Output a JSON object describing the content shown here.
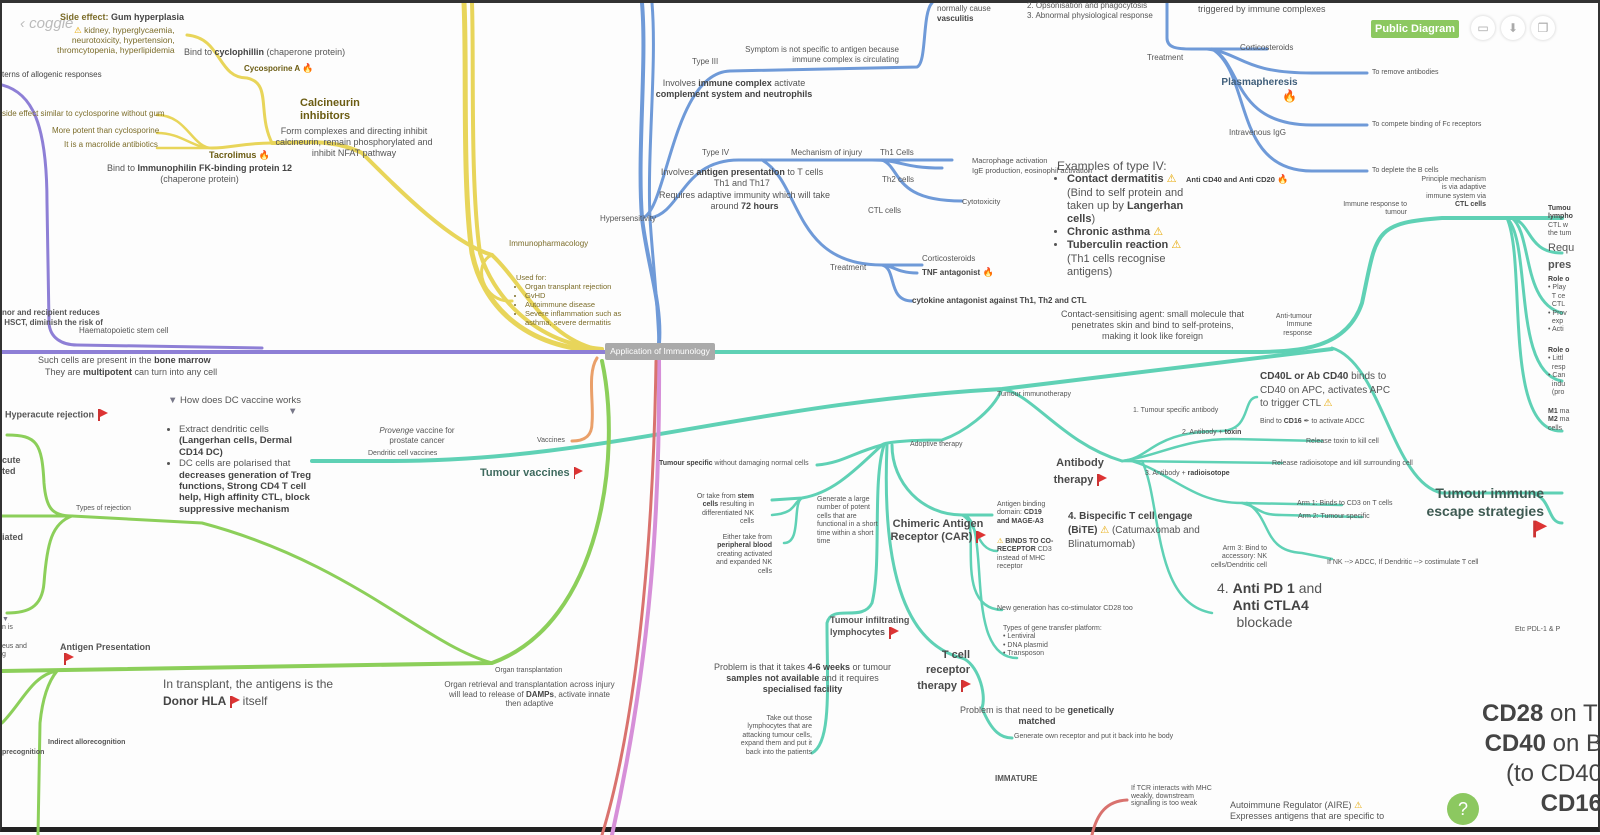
{
  "app": {
    "logo": "coggle",
    "back_icon": "chevron-left-icon",
    "public_badge": "Public Diagram",
    "help": "?"
  },
  "colors": {
    "yellow": "#e8d55a",
    "blue": "#6f9ad8",
    "purple": "#8e7fd6",
    "teal": "#5fd1b5",
    "green": "#8ccf5a",
    "orange": "#eaa06a",
    "pink": "#d68fd8",
    "red": "#d9726e",
    "center": "#aaaaaa",
    "badge": "#8cc860"
  },
  "center": "Application of Immunology",
  "yellow": {
    "side_effect": "Side effect: ",
    "gum": "Gum hyperplasia",
    "kidney": "kidney, hyperglycaemia,",
    "kidney2": "neurotoxicity, hypertension,",
    "kidney3": "thromcytopenia, hyperlipidemia",
    "bind_cyclo_a": "Bind to ",
    "bind_cyclo_b": "cyclophillin",
    "bind_cyclo_c": " (chaperone protein)",
    "cyclosporine": "Cycosporine A",
    "calcineurin": "Calcineurin inhibitors",
    "form": "Form complexes and directing inhibit calcineurin, remain phosphorylated and inhibit NFAT pathway",
    "side_similar": "side effect similar to cyclosporine without gum",
    "more_potent": "More potent than cyclosporine",
    "macrolide": "It is a macrolide antibiotics",
    "tacrolimus": "Tacrolimus",
    "bind_fk_a": "Bind to ",
    "bind_fk_b": "Immunophilin FK-binding protein 12",
    "bind_fk_c": "(chaperone protein)",
    "immunopharm": "Immunopharmacology",
    "used_for": "Used for:",
    "uses": [
      "Organ transplant rejection",
      "GvHD",
      "Autoimmune disease",
      "Severe inflammation such as asthma, severe dermatitis"
    ]
  },
  "purple": {
    "allogenic": "terns of allogenic responses",
    "donor": "nor and recipient reduces",
    "hsct": "HSCT, diminish the risk of",
    "haem": "Haematopoietic stem cell",
    "bone_a": "Such cells are present in the ",
    "bone_b": "bone marrow",
    "multi_a": "They are ",
    "multi_b": "multipotent",
    "multi_c": " can turn into any cell"
  },
  "blue": {
    "hypersensitivity": "Hypersensitivity",
    "vasculitis_a": "normally cause",
    "vasculitis_b": "vasculitis",
    "opson": "2. Opsonisation and phagocytosis",
    "abnormal": "3. Abnormal physiological response",
    "type3": "Type III",
    "symptom": "Symptom is not specific to antigen because immune complex is circulating",
    "involves_a": "Involves ",
    "involves_b": "immune complex",
    "involves_c": " activate ",
    "involves_d": "complement system and neutrophils",
    "type4": "Type IV",
    "antigen_pres_a": "Involves ",
    "antigen_pres_b": "antigen presentation",
    "antigen_pres_c": " to T cells Th1 and Th17",
    "adaptive_a": "Requires adaptive immunity which will take around ",
    "adaptive_b": "72 hours",
    "mechanism": "Mechanism of injury",
    "th1": "Th1 Cells",
    "th2": "Th2 cells",
    "ctl": "CTL cells",
    "macrophage": "Macrophage activation",
    "ige": "IgE production, eosinophil activation",
    "cytotox": "Cytotoxicity",
    "treatment": "Treatment",
    "cortico": "Corticosteroids",
    "tnf": "TNF antagonist",
    "cytokine": "cytokine antagonist against Th1, Th2 and CTL",
    "contact_sens": "Contact-sensitising agent: small molecule that penetrates skin and bind to self-proteins, making it look like foreign",
    "examples": "Examples of type IV:",
    "ex1": "Contact dermatitis",
    "ex1_a": "(Bind to self protein and taken up by ",
    "ex1_b": "Langerhan cells",
    ")": ")",
    "ex2": "Chronic asthma",
    "ex3": "Tuberculin reaction",
    "ex3_sub": "(Th1 cells recognise antigens)",
    "triggered": "triggered by immune complexes",
    "treatment2": "Treatment",
    "cortico2": "Corticosteroids",
    "plasma": "Plasmapheresis",
    "ivig": "Intravenous IgG",
    "remove": "To remove antibodies",
    "compete": "To compete binding of Fc receptors",
    "deplete": "To deplete the B cells",
    "anti_cd40": "Anti CD40 and Anti CD20"
  },
  "teal": {
    "anti_tumour": "Anti-tumour Immune response",
    "immune_resp": "Immune response to tumour",
    "principle_a": "Principle mechanism is via adaptive immune system via ",
    "principle_b": "CTL cells",
    "right_1a": "Tumou",
    "right_1b": "lympho",
    "right_1c": "CTL w",
    "right_1d": "the tum",
    "right_2": "Requ",
    "right_3": "pres",
    "role1": "Role o",
    "role1_items": [
      "Play",
      "T ce",
      "CTL",
      "Prov",
      "exp",
      "Acti"
    ],
    "role2": "Role o",
    "role2_items": [
      "Littl",
      "resp",
      "Can",
      "indu",
      "(pro"
    ],
    "m1": "M1",
    "m1b": " ma",
    "m2": "M2",
    "m2b": " ma",
    "m2c": "cells",
    "tumour_immuno": "Tumour immunotherapy",
    "tumour_vaccines": "Tumour vaccines",
    "provenge_a": "Provenge",
    "provenge_b": " vaccine for prostate cancer",
    "dendritic": "Dendritic cell vaccines",
    "dc_q": "How does DC vaccine works",
    "dc1_a": "Extract dendritic cells ",
    "dc1_b": "(Langerhan cells, Dermal CD14 DC)",
    "dc2_a": "DC cells are polarised that ",
    "dc2_b": "decreases generation of Treg functions, Strong CD4 T cell help, High affinity CTL, block suppressive mechanism",
    "tumour_specific_a": "Tumour specific",
    "tumour_specific_b": " without damaging normal cells",
    "adoptive": "Adoptive therapy",
    "stem_a": "Or take from ",
    "stem_b": "stem cells",
    "stem_c": " resulting in differentiated NK cells",
    "peripheral_a": "Either take from ",
    "peripheral_b": "peripheral blood",
    "peripheral_c": " creating activated and expanded NK cells",
    "generate": "Generate a large number of potent cells that are functional in a short time within a short time",
    "car": "Chimeric Antigen Receptor (CAR)",
    "binding_a": "Antigen binding domain: ",
    "binding_b": "CD19 and MAGE-A3",
    "binds_co_a": "BINDS TO CO-RECEPTOR",
    "binds_co_b": " CD3 instead of MHC receptor",
    "new_gen": "New generation has co-stimulator CD28 too",
    "gene_transfer": "Types of gene transfer platform:",
    "gene_items": [
      "Lentiviral",
      "DNA plasmid",
      "Transposon"
    ],
    "til": "Tumour infiltrating lymphocytes",
    "problem_til_a": "Problem is that it takes ",
    "problem_til_b": "4-6 weeks",
    "problem_til_c": " or tumour ",
    "problem_til_d": "samples not available",
    "problem_til_e": " and it requires ",
    "problem_til_f": "specialised facility",
    "take_out": "Take out those lymphocytes that are attacking tumour cells, expand them and put it back into the patients",
    "tcr": "T cell receptor therapy",
    "problem_tcr_a": "Problem is that need to be ",
    "problem_tcr_b": "genetically matched",
    "generate_own": "Generate own receptor and put it back into he body",
    "antibody": "Antibody therapy",
    "ab1": "1. Tumour specific antibody",
    "ab2_a": "2. Antibody + ",
    "ab2_b": "toxin",
    "ab3_a": "3. Antibody + ",
    "ab3_b": "radioisotope",
    "cd40_a": "CD40L or Ab CD40",
    "cd40_b": " binds to CD40 on APC, activates APC to trigger CTL",
    "cd16_a": "Bind to ",
    "cd16_b": "CD16",
    "cd16_c": " to activate ADCC",
    "toxin": "Release toxin to kill cell",
    "radio": "Release radioisotope and kill surrounding cell",
    "bite_a": "4. Bispecific T cell engage (BiTE)",
    "bite_b": " (Catumaxomab and Blinatumomab)",
    "arm1": "Arm 1: Binds to CD3 on T cells",
    "arm2": "Arm 2: Tumour specific",
    "arm3": "Arm 3: Bind to accessory: NK cells/Dendritic cell",
    "if_nk": "If NK --> ADCC, If Dendritic --> costimulate T cell",
    "pd1_a": "4. ",
    "pd1_b": "Anti PD 1",
    "pd1_c": " and ",
    "pd1_d": "Anti CTLA4",
    "pd1_e": " blockade",
    "escape": "Tumour immune escape strategies",
    "etc": "Etc PDL-1 & P"
  },
  "green": {
    "hyperacute": "Hyperacute rejection",
    "acute": "cute",
    "acute2": "ted",
    "mediated": "iated",
    "types_rej": "Types of rejection",
    "is": "n is",
    "thymus": "eus and",
    "thymus2": "g",
    "antigen_pres": "Antigen Presentation",
    "transplant_a": "In transplant, the antigens is the ",
    "transplant_b": "Donor HLA",
    "transplant_c": " itself",
    "organ": "Organ transplantation",
    "organ_ret_a": "Organ retrieval and transplantation across injury will lead to release of ",
    "organ_ret_b": "DAMPs",
    ", activate innate then adaptive": "",
    "organ_ret_c": ", activate innate then adaptive",
    "indirect": "Indirect allorecognition",
    "direct": "precognition"
  },
  "orange": {
    "vaccines": "Vaccines"
  },
  "bottom": {
    "immature": "IMMATURE",
    "tcr_weak": "If TCR interacts with MHC weakly, downstream signalling is too weak",
    "aire": "Autoimmune Regulator (AIRE)",
    "aire_sub": "Expresses antigens that are specific to",
    "cd28_a": "CD28",
    "cd28_b": " on T c",
    "cd40_a": "CD40",
    "cd40_b": " on B",
    "to_cd40": "(to CD40",
    "cd16": "CD16"
  }
}
